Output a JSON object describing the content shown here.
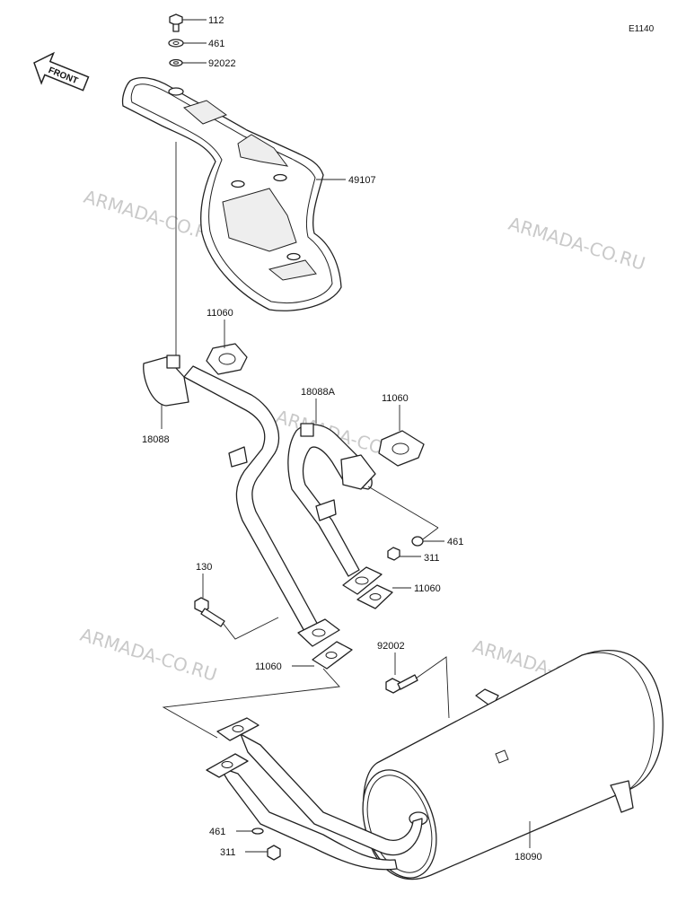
{
  "diagram_code": "E1140",
  "front_marker": "FRONT",
  "watermark": "ARMADA-CO.RU",
  "callouts": {
    "bolt_top": "112",
    "washer_top": "461",
    "washer_top2": "92022",
    "heat_shield": "49107",
    "gasket_left": "11060",
    "pipe_left": "18088",
    "pipe_right": "18088A",
    "gasket_right": "11060",
    "washer_mid": "461",
    "nut_mid": "311",
    "gasket_mid": "11060",
    "bolt_130": "130",
    "gasket_low": "11060",
    "bolt_92002": "92002",
    "washer_bottom": "461",
    "nut_bottom": "311",
    "muffler": "18090"
  }
}
